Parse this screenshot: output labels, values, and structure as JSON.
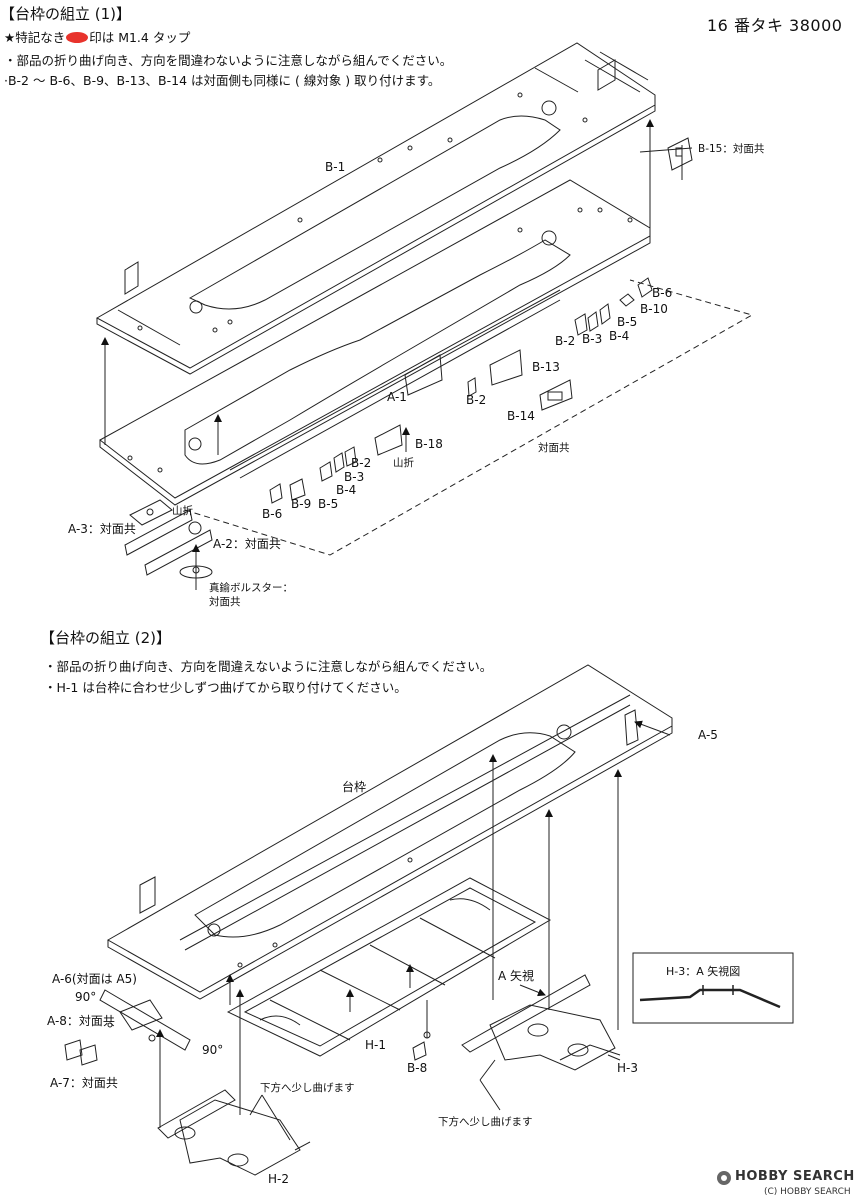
{
  "header": {
    "section1_title": "【台枠の組立 (1)】",
    "model_name": "16 番タキ 38000",
    "tap_note_prefix": "★特記なき",
    "tap_note_suffix": "印は M1.4 タップ",
    "note1": "・部品の折り曲げ向き、方向を間違わないように注意しながら組んでください。",
    "note2": "·B-2 ～ B-6、B-9、B-13、B-14 は対面側も同様に ( 線対象 ) 取り付けます。"
  },
  "section2": {
    "title": "【台枠の組立 (2)】",
    "note1": "・部品の折り曲げ向き、方向を間違えないように注意しながら組んでください。",
    "note2": "・H-1 は台枠に合わせ少しずつ曲げてから取り付けてください。"
  },
  "labels1": {
    "b1": "B-1",
    "b15": "B-15：対面共",
    "b6a": "B-6",
    "b10": "B-10",
    "b5a": "B-5",
    "b2a": "B-2",
    "b3a": "B-3",
    "b4a": "B-4",
    "b13": "B-13",
    "b2b": "B-2",
    "b14": "B-14",
    "a1": "A-1",
    "b18": "B-18",
    "yamaori1": "山折",
    "b2c": "B-2",
    "b3b": "B-3",
    "b4b": "B-4",
    "b9": "B-9",
    "b5b": "B-5",
    "b6b": "B-6",
    "taimen": "対面共",
    "yamaori2": "山折",
    "a3": "A-3：対面共",
    "a2": "A-2：対面共",
    "bolster1": "真鍮ボルスター：",
    "bolster2": "対面共"
  },
  "labels2": {
    "a5": "A-5",
    "daiwaku": "台枠",
    "a6": "A-6(対面は A5)",
    "deg90a": "90°",
    "a8": "A-8：対面共",
    "deg90b": "90°",
    "a7": "A-7：対面共",
    "h1": "H-1",
    "b8": "B-8",
    "ashi": "A 矢視",
    "h3": "H-3",
    "h2": "H-2",
    "bend1": "下方へ少し曲げます",
    "bend2": "下方へ少し曲げます",
    "h3view": "H-3：A 矢視図"
  },
  "footer": {
    "brand": "HOBBY SEARCH",
    "copyright": "(C) HOBBY SEARCH"
  }
}
